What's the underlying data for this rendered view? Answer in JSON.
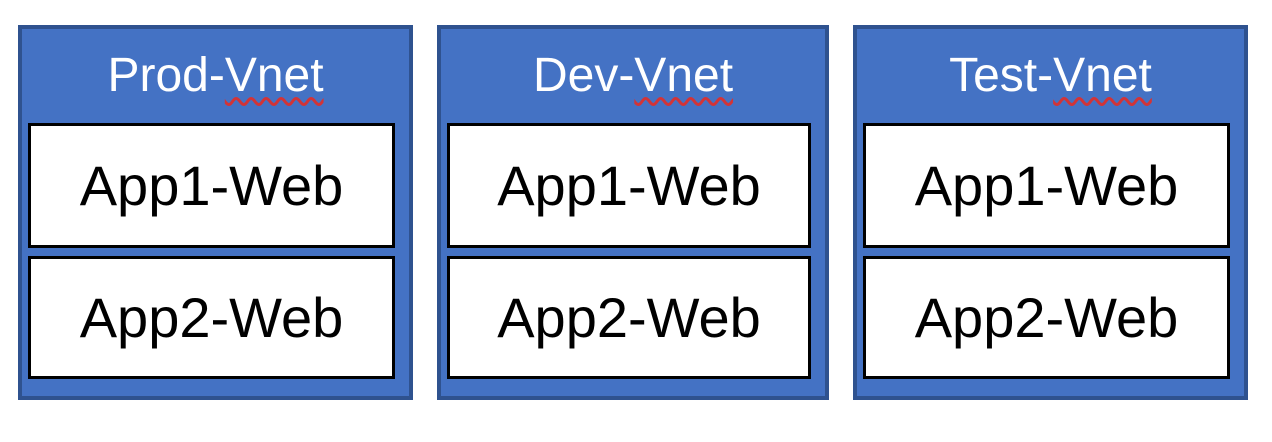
{
  "colors": {
    "vnet_fill": "#4472C4",
    "vnet_border": "#2F528F",
    "subnet_fill": "#FFFFFF",
    "subnet_border": "#000000",
    "title_text": "#FFFFFF",
    "subnet_text": "#000000",
    "spellcheck": "#D13438",
    "page_bg": "#FFFFFF"
  },
  "vnets": [
    {
      "title": "Prod-Vnet",
      "title_prefix": "Prod-",
      "title_flagged": "Vnet",
      "subnets": [
        "App1-Web",
        "App2-Web"
      ]
    },
    {
      "title": "Dev-Vnet",
      "title_prefix": "Dev-",
      "title_flagged": "Vnet",
      "subnets": [
        "App1-Web",
        "App2-Web"
      ]
    },
    {
      "title": "Test-Vnet",
      "title_prefix": "Test-",
      "title_flagged": "Vnet",
      "subnets": [
        "App1-Web",
        "App2-Web"
      ]
    }
  ]
}
